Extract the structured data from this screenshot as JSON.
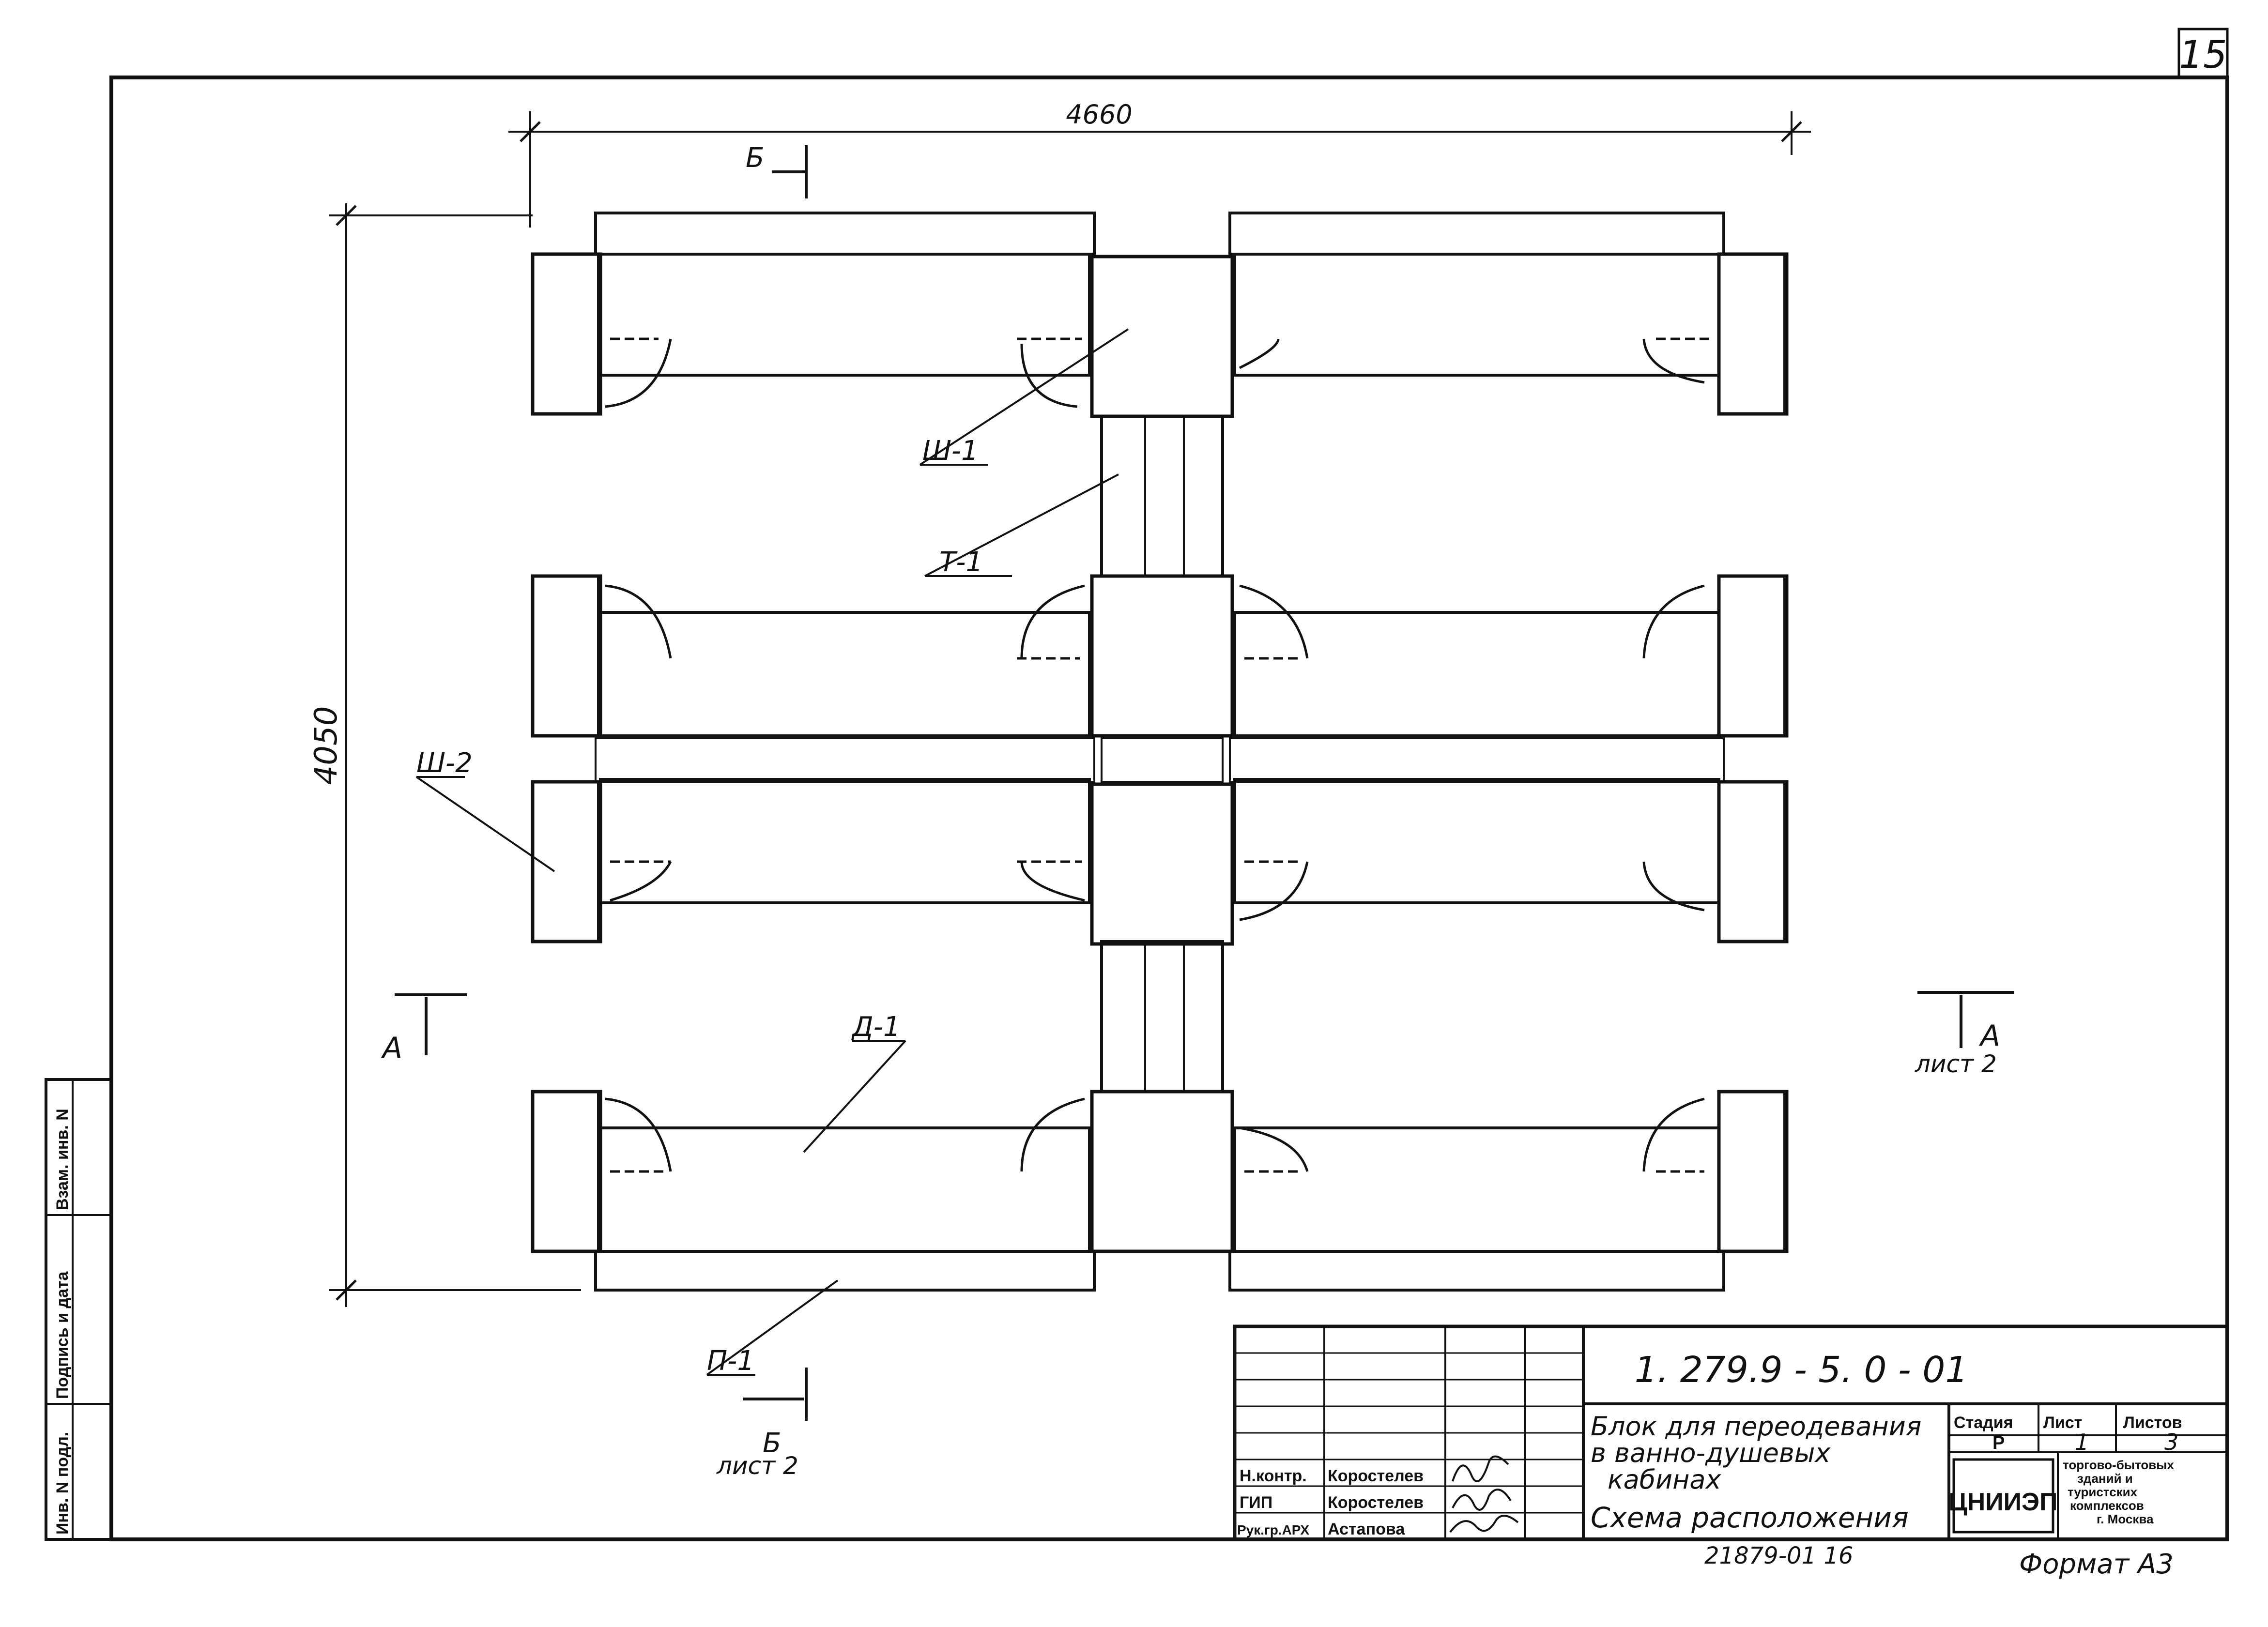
{
  "sheet": {
    "number": "15",
    "format_label": "Формат А3",
    "archive_number": "21879-01 16"
  },
  "dimensions": {
    "width": "4660",
    "height": "4050"
  },
  "labels": {
    "sh1": "Ш-1",
    "sh2": "Ш-2",
    "t1": "Т-1",
    "d1": "Д-1",
    "p1": "П-1",
    "section_a": "А",
    "section_b": "Б",
    "sheet_ref": "лист 2"
  },
  "left_stamp": {
    "col1": "Инв. N подл.",
    "col2": "Подпись и дата",
    "col3": "Взам. инв. N"
  },
  "title_block": {
    "document_code": "1. 279.9 - 5. 0 - 01",
    "title_line1": "Блок для переодевания",
    "title_line2": "в ванно-душевых",
    "title_line3": "кабинах",
    "sheet_title": "Схема расположения",
    "stage_header": "Стадия",
    "sheet_header": "Лист",
    "sheets_header": "Листов",
    "stage_value": "Р",
    "sheet_value": "1",
    "sheets_value": "3",
    "org_logo": "ЦНИИЭП",
    "org_line1": "торгово-бытовых",
    "org_line2": "зданий и",
    "org_line3": "туристских",
    "org_line4": "комплексов",
    "org_line5": "г. Москва",
    "role1": "Н.контр.",
    "name1": "Коростелев",
    "role2": "ГИП",
    "name2": "Коростелев",
    "role3": "Рук.гр.АРХ",
    "name3": "Астапова"
  }
}
